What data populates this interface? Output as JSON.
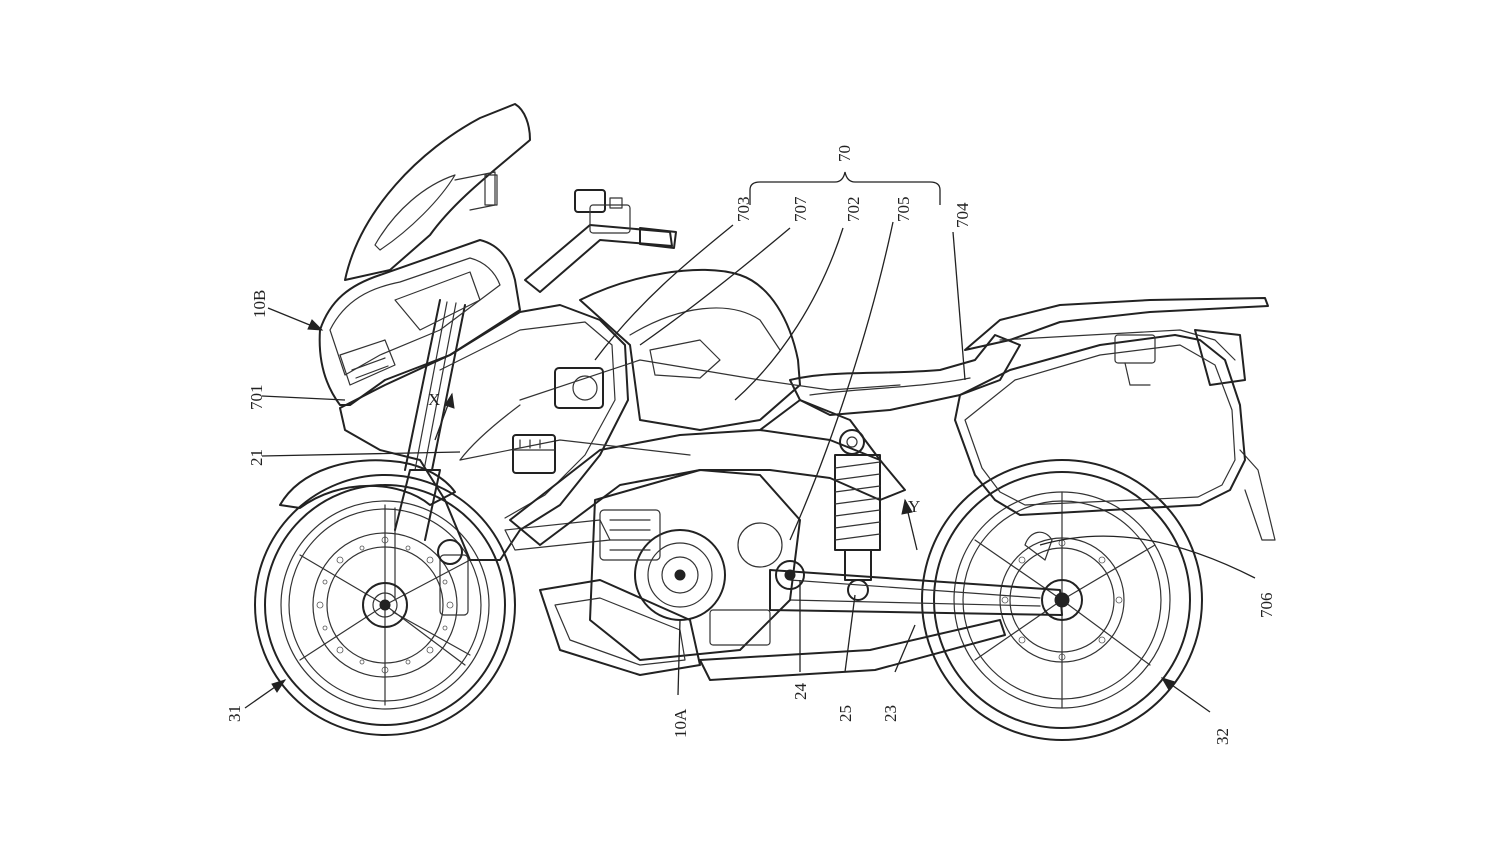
{
  "labels": {
    "l70": "70",
    "l703": "703",
    "l707": "707",
    "l702": "702",
    "l705": "705",
    "l704": "704",
    "l10B": "10B",
    "l701": "701",
    "lX": "X",
    "l21": "21",
    "lY": "Y",
    "l706": "706",
    "l31": "31",
    "l10A": "10A",
    "l24": "24",
    "l25": "25",
    "l23": "23",
    "l32": "32"
  },
  "colors": {
    "ink": "#222222",
    "paper": "#ffffff"
  }
}
